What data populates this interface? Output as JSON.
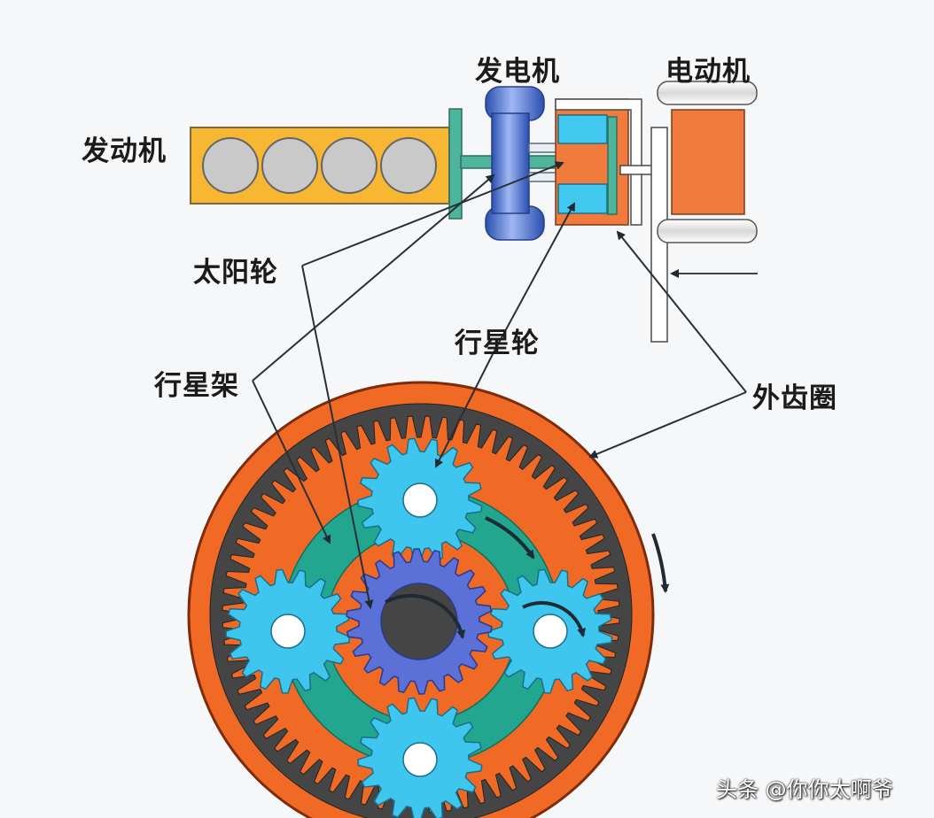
{
  "labels": {
    "generator": "发电机",
    "motor": "电动机",
    "engine": "发动机",
    "sun_gear": "太阳轮",
    "planet_gear": "行星轮",
    "planet_carrier": "行星架",
    "ring_gear": "外齿圈"
  },
  "watermark": "头条 @你你太啊爷",
  "colors": {
    "ring_outer": "#f06a26",
    "ring_inner": "#454545",
    "carrier": "#22a68f",
    "planet": "#3ec6ee",
    "sun": "#5b71d8",
    "engine_block": "#f7b733",
    "motor": "#f07b3c",
    "generator_rotor": "#41c8ef",
    "shaft": "#4cb59c"
  }
}
